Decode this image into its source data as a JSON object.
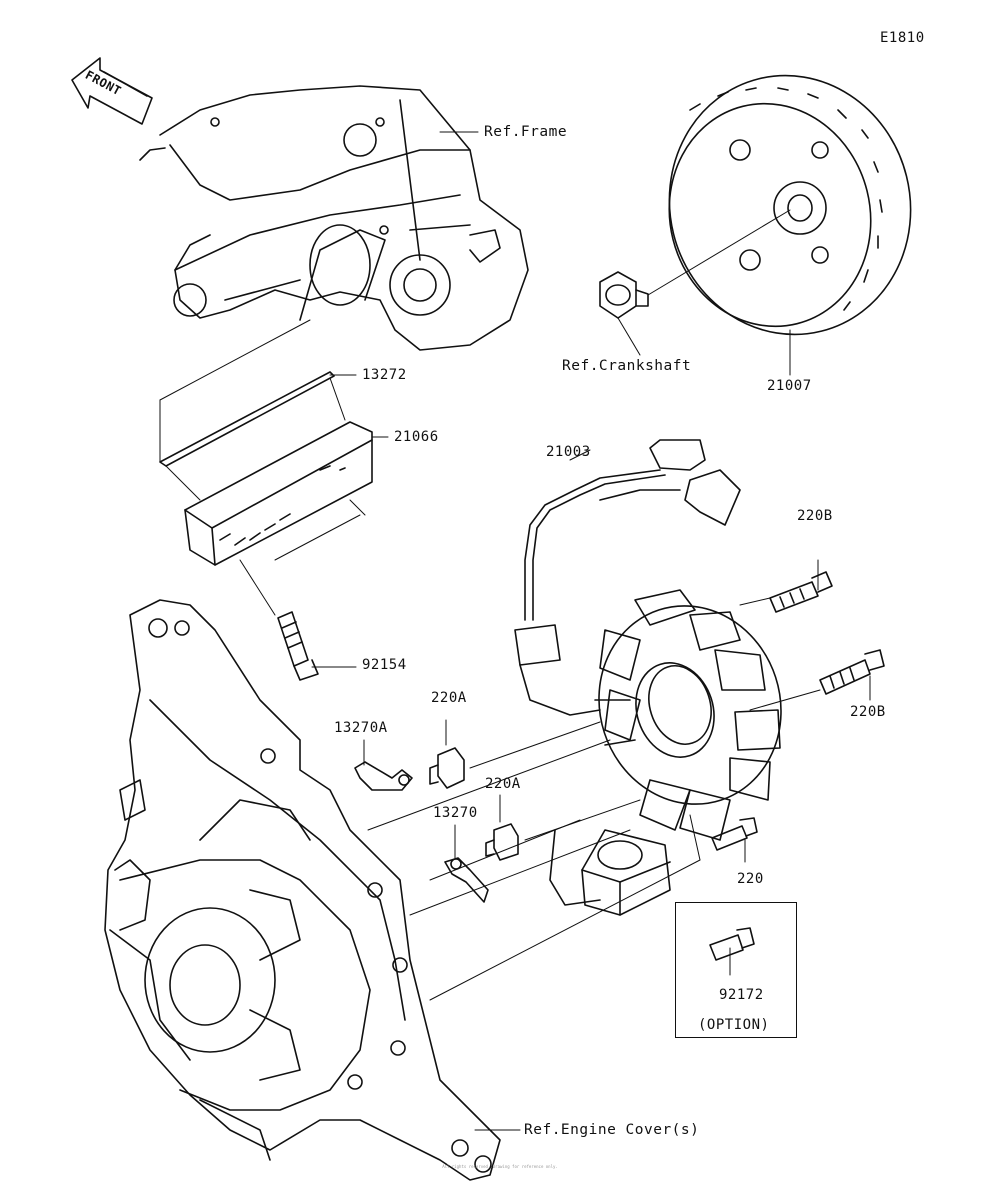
{
  "diagram": {
    "id_code": "E1810",
    "front_label": "FRONT",
    "labels": {
      "ref_frame": "Ref.Frame",
      "ref_crankshaft": "Ref.Crankshaft",
      "ref_engine_cover": "Ref.Engine Cover(s)",
      "part_21007": "21007",
      "part_13272": "13272",
      "part_21066": "21066",
      "part_21003": "21003",
      "part_220B_top": "220B",
      "part_220B_right": "220B",
      "part_92154": "92154",
      "part_220A_upper": "220A",
      "part_13270A": "13270A",
      "part_220A_lower": "220A",
      "part_13270": "13270",
      "part_220": "220",
      "part_92172": "92172",
      "option": "(OPTION)"
    },
    "fine_print": "All rights reserved. Drawing for reference only."
  },
  "colors": {
    "line": "#111111",
    "background": "#ffffff"
  }
}
